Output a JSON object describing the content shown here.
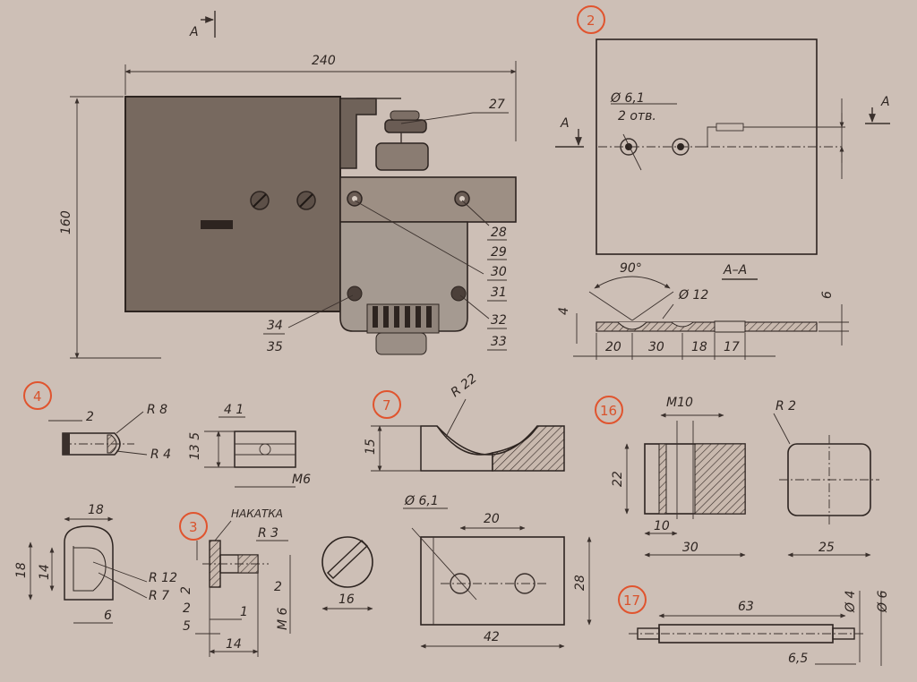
{
  "section_marks": {
    "A": "A",
    "section_AA": "A–A"
  },
  "part_numbers": {
    "p2": "2",
    "p3": "3",
    "p4": "4",
    "p7": "7",
    "p16": "16",
    "p17": "17"
  },
  "callouts": [
    "27",
    "28",
    "29",
    "30",
    "31",
    "32",
    "33",
    "34",
    "35"
  ],
  "assembly": {
    "width": "240",
    "height": "160"
  },
  "part2": {
    "hole": "Ø 6,1",
    "holes_count": "2 отв.",
    "angle": "90°",
    "dia": "Ø 12",
    "thk": "6",
    "d4": "4",
    "dims": [
      "20",
      "30",
      "18",
      "17"
    ]
  },
  "part4": {
    "d2": "2",
    "r8": "R 8",
    "r4": "R 4",
    "d41": "4 1",
    "d135": "13 5",
    "m6": "M6",
    "d18top": "18",
    "d18": "18",
    "d14": "14",
    "r12": "R 12",
    "r7": "R 7",
    "d6": "6"
  },
  "part3": {
    "knurl": "НАКАТКА",
    "r3": "R 3",
    "d2a": "2",
    "d2b": "2",
    "d1": "1",
    "d2c": "2",
    "d5": "5",
    "d14": "14",
    "m6": "M 6",
    "d16": "16"
  },
  "part7": {
    "r22": "R 22",
    "d15": "15",
    "hole": "Ø 6,1",
    "d20": "20",
    "d28": "28",
    "d42": "42"
  },
  "part16": {
    "m10": "M10",
    "d22": "22",
    "d10": "10",
    "d30": "30",
    "r2": "R 2",
    "d25": "25"
  },
  "part17": {
    "d63": "63",
    "d4": "Ø 4",
    "d6": "Ø 6",
    "d65": "6,5"
  }
}
